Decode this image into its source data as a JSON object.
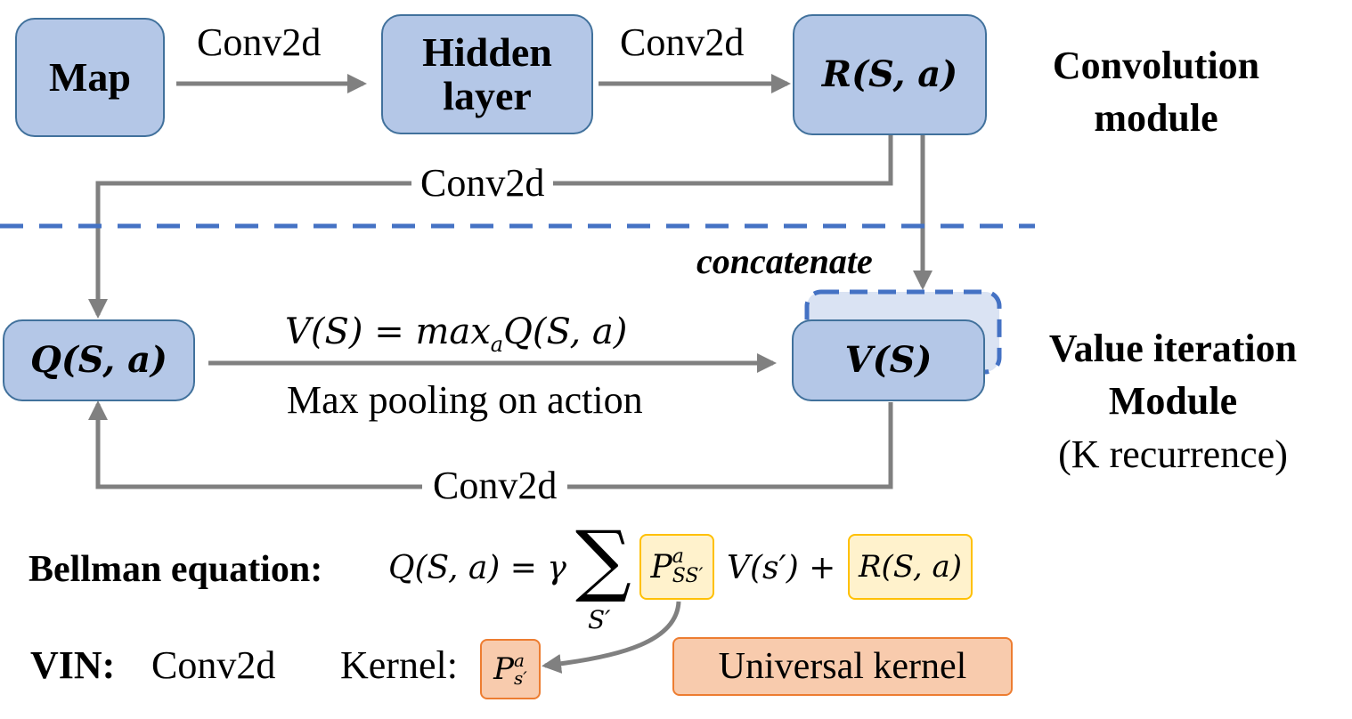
{
  "convolution": {
    "map_box": "Map",
    "hidden_box_line1": "Hidden",
    "hidden_box_line2": "layer",
    "reward_box": "R(S, a)",
    "edge_map_hidden": "Conv2d",
    "edge_hidden_reward": "Conv2d",
    "edge_reward_q": "Conv2d",
    "module_label_line1": "Convolution",
    "module_label_line2": "module"
  },
  "value_iteration": {
    "q_box": "Q(S, a)",
    "v_box": "V(S)",
    "concatenate_label": "concatenate",
    "equation": "V(S) =  max",
    "equation_sub": "a",
    "equation_tail": "Q(S, a)",
    "max_pooling_label": "Max pooling on action",
    "edge_v_q": "Conv2d",
    "module_label_line1": "Value iteration",
    "module_label_line2": "Module",
    "module_label_line3": "(K recurrence)"
  },
  "bellman": {
    "label": "Bellman equation:",
    "lhs": "Q(S, a) = γ",
    "sum_symbol": "∑",
    "sum_index": "S′",
    "p_base": "P",
    "p_sup": "a",
    "p_sub": "SS′",
    "v_term": "V(s′) +",
    "r_term": "R(S, a)"
  },
  "vin": {
    "label": "VIN:",
    "conv": "Conv2d",
    "kernel_label": "Kernel:",
    "kernel_base": "P",
    "kernel_sup": "a",
    "kernel_sub": "s′",
    "universal_kernel": "Universal kernel"
  },
  "colors": {
    "box_fill": "#b4c7e7",
    "box_border": "#41719c",
    "arrow": "#808080",
    "dashed_divider": "#4472c4",
    "highlight_yellow": "#fff2cc",
    "highlight_orange": "#f8cbad"
  }
}
